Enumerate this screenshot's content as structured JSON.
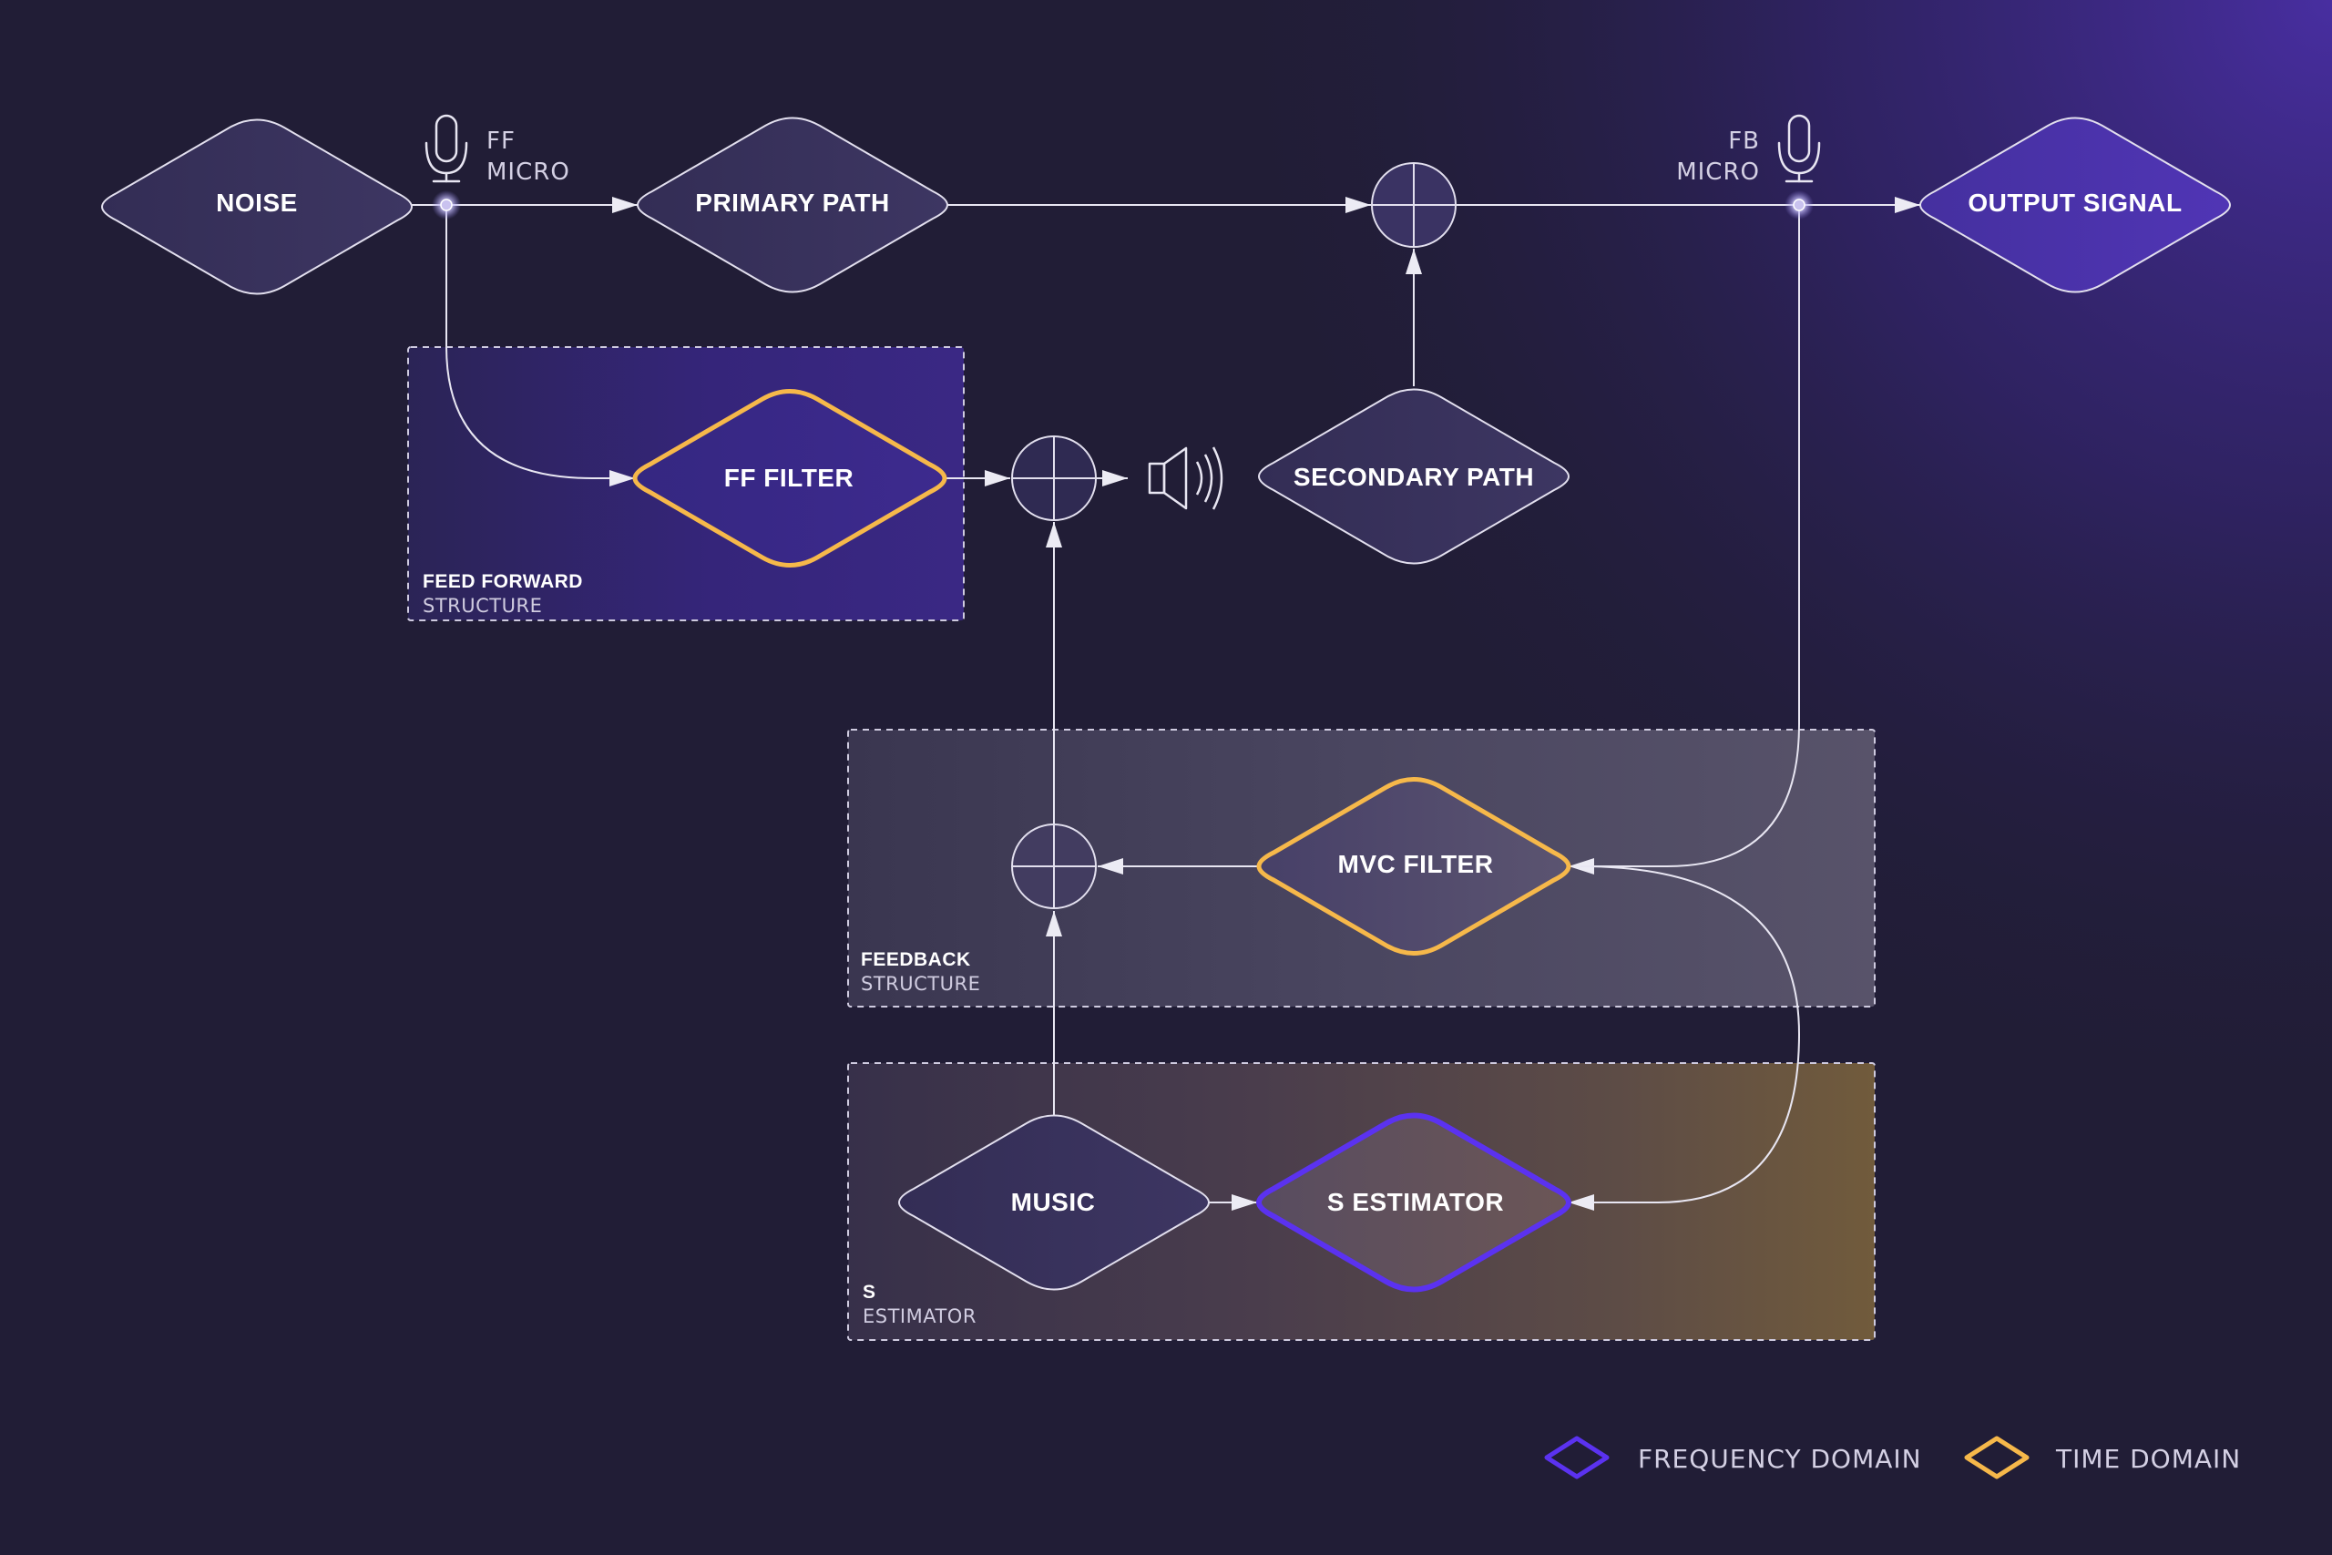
{
  "nodes": {
    "noise": "NOISE",
    "primary_path": "PRIMARY PATH",
    "output_signal": "OUTPUT SIGNAL",
    "ff_filter": "FF FILTER",
    "secondary_path": "SECONDARY PATH",
    "mvc_filter": "MVC FILTER",
    "music": "MUSIC",
    "s_estimator": "S ESTIMATOR"
  },
  "microphones": {
    "ff": {
      "line1": "FF",
      "line2": "MICRO"
    },
    "fb": {
      "line1": "FB",
      "line2": "MICRO"
    }
  },
  "groups": {
    "feed_forward": {
      "title": "FEED FORWARD",
      "subtitle": "STRUCTURE"
    },
    "feedback": {
      "title": "FEEDBACK",
      "subtitle": "STRUCTURE"
    },
    "s_estimator": {
      "title": "S",
      "subtitle": "ESTIMATOR"
    }
  },
  "legend": {
    "frequency_domain": {
      "label": "FREQUENCY DOMAIN",
      "color": "#5b32f0"
    },
    "time_domain": {
      "label": "TIME DOMAIN",
      "color": "#f6b84a"
    }
  },
  "icons": {
    "microphone": "microphone-icon",
    "speaker": "speaker-icon",
    "summing_junction": "summing-junction-icon"
  },
  "colors": {
    "background": "#211d36",
    "frequency_domain": "#5b32f0",
    "time_domain": "#f6b84a",
    "line": "#e8e6f2"
  }
}
